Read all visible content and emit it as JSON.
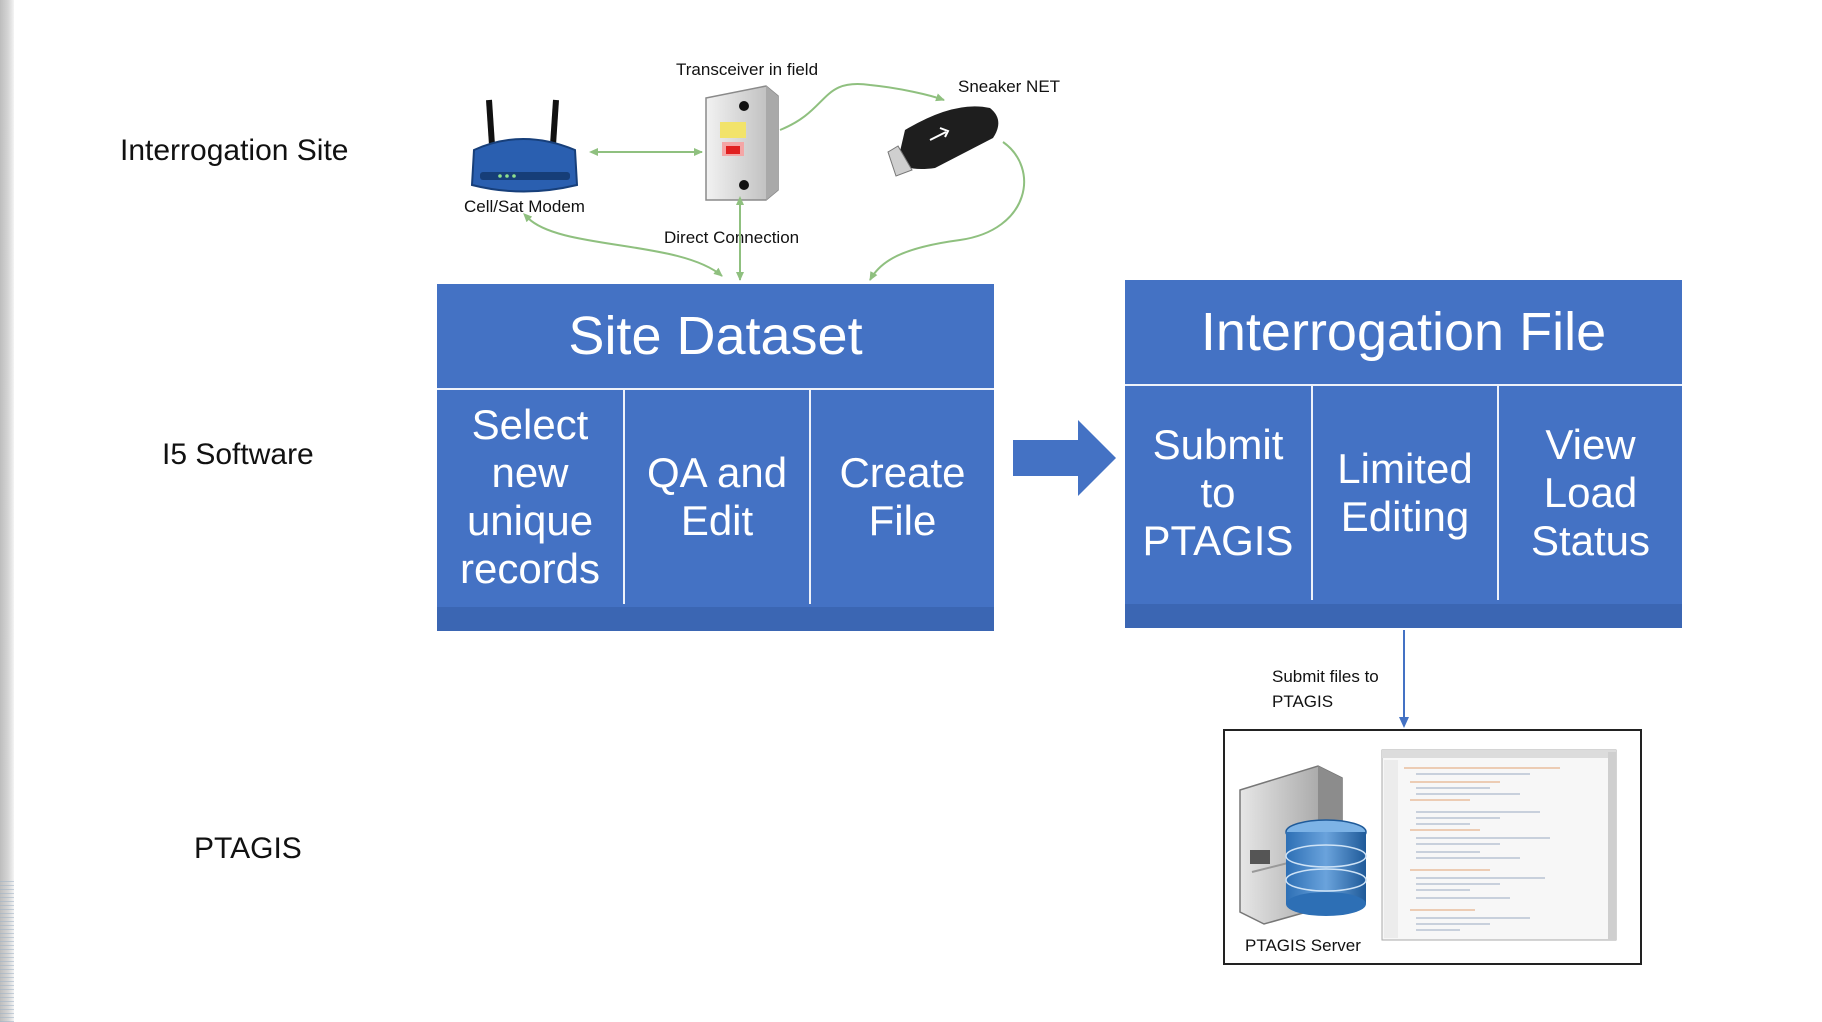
{
  "rows": {
    "interrogation_site": "Interrogation Site",
    "software": "I5 Software",
    "ptagis": "PTAGIS"
  },
  "devices": {
    "transceiver": "Transceiver in field",
    "sneaker": "Sneaker NET",
    "modem": "Cell/Sat Modem",
    "direct": "Direct Connection"
  },
  "site_dataset": {
    "title": "Site Dataset",
    "steps": [
      "Select new unique records",
      "QA and Edit",
      "Create File"
    ]
  },
  "interrogation_file": {
    "title": "Interrogation File",
    "steps": [
      "Submit to PTAGIS",
      "Limited Editing",
      "View Load Status"
    ]
  },
  "submit_note": "Submit files to PTAGIS",
  "server_label": "PTAGIS Server",
  "colors": {
    "block": "#4472c4",
    "connector_green": "#8fc07f",
    "connector_blue": "#4472c4"
  }
}
